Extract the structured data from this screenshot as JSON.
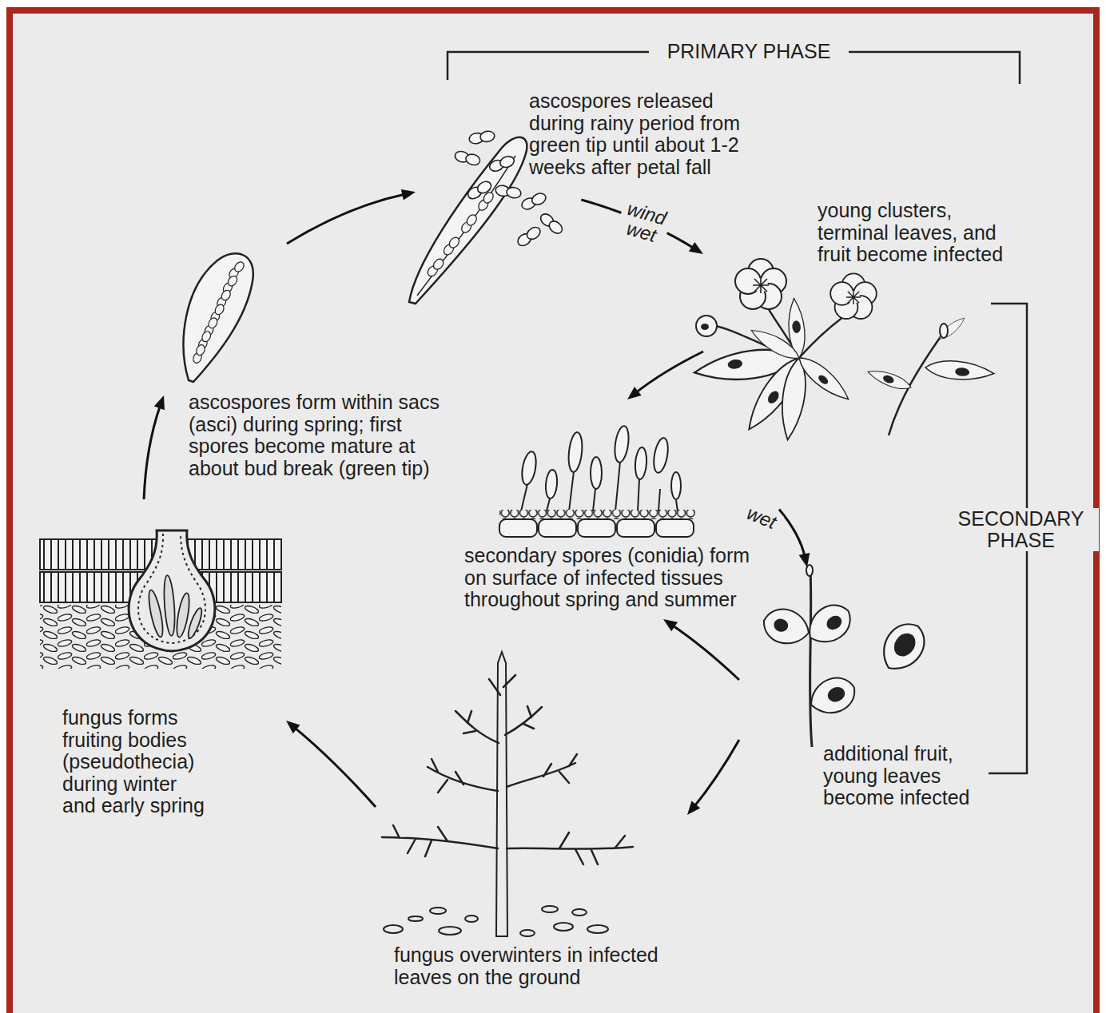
{
  "diagram": {
    "nodes": [
      {
        "text": [
          "ascospores released during rainy period from green tip until about 1-2 weeks after petal fall"
        ]
      },
      {
        "text": [
          "young clusters, terminal leaves, and fruit become infected"
        ]
      },
      {
        "text": [
          "secondary spores (conidia) form on surface of infected tissues throughout spring and summer"
        ]
      },
      {
        "text": [
          "additional fruit, young leaves become infected"
        ]
      },
      {
        "text": [
          "fungus overwinters in infected leaves on the ground"
        ]
      },
      {
        "text": [
          "fungus forms fruiting bodies (pseudothecia) during winter and early spring"
        ]
      },
      {
        "text": [
          "ascospores form within sacs (asci) during spring; first spores become mature at about bud break (green tip)"
        ]
      }
    ],
    "edges": [
      {
        "from": 6,
        "to": 0,
        "arrow": "to"
      },
      {
        "from": 0,
        "to": 1,
        "label": "wind wet",
        "arrow": "to"
      },
      {
        "from": 1,
        "to": 2,
        "arrow": "to"
      },
      {
        "from": 2,
        "to": 3,
        "label": "wet",
        "arrow": "to"
      },
      {
        "from": 3,
        "to": 2,
        "arrow": "to"
      },
      {
        "from": 3,
        "to": 4,
        "arrow": "to"
      },
      {
        "from": 4,
        "to": 5,
        "arrow": "to"
      },
      {
        "from": 5,
        "to": 6,
        "arrow": "to"
      }
    ],
    "labels": [
      "PRIMARY PHASE",
      "SECONDARY PHASE"
    ]
  }
}
